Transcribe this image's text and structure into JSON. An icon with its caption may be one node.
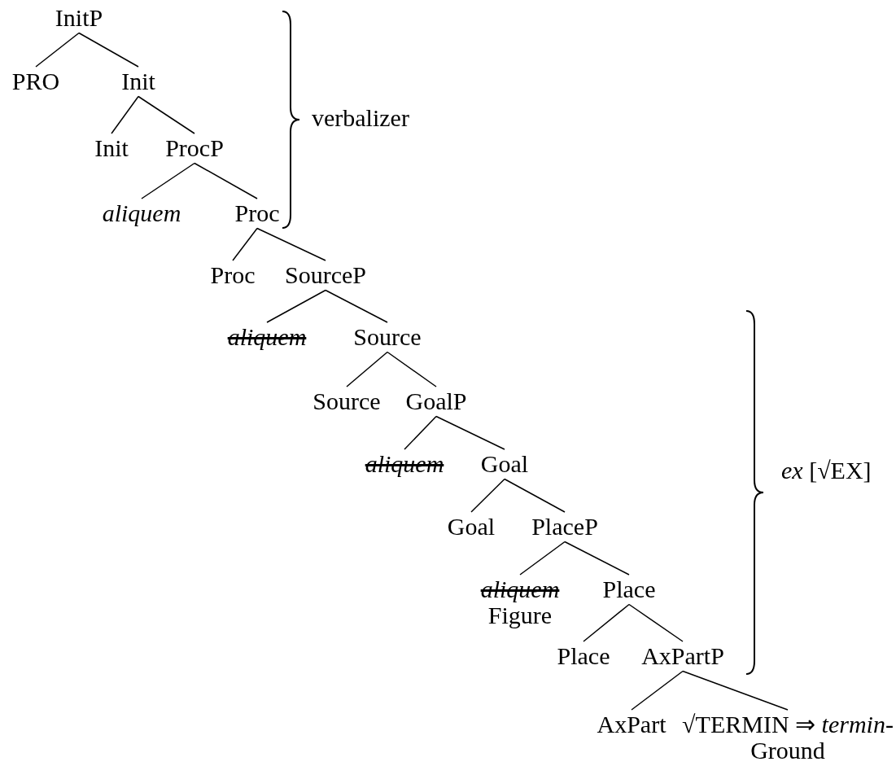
{
  "diagram": {
    "nodes": [
      {
        "text": [
          "InitP"
        ]
      },
      {
        "text": [
          "PRO"
        ]
      },
      {
        "text": [
          "Init"
        ]
      },
      {
        "text": [
          "Init"
        ]
      },
      {
        "text": [
          "ProcP"
        ]
      },
      {
        "text": [
          "aliquem"
        ]
      },
      {
        "text": [
          "Proc"
        ]
      },
      {
        "text": [
          "Proc"
        ]
      },
      {
        "text": [
          "SourceP"
        ]
      },
      {
        "text": [
          "aliquem"
        ]
      },
      {
        "text": [
          "Source"
        ]
      },
      {
        "text": [
          "Source"
        ]
      },
      {
        "text": [
          "GoalP"
        ]
      },
      {
        "text": [
          "aliquem"
        ]
      },
      {
        "text": [
          "Goal"
        ]
      },
      {
        "text": [
          "Goal"
        ]
      },
      {
        "text": [
          "PlaceP"
        ]
      },
      {
        "text": [
          "aliquem",
          "Figure"
        ]
      },
      {
        "text": [
          "Place"
        ]
      },
      {
        "text": [
          "Place"
        ]
      },
      {
        "text": [
          "AxPartP"
        ]
      },
      {
        "text": [
          "AxPart"
        ]
      },
      {
        "text": [
          "√TERMIN ⇒ *termin*-",
          "Ground"
        ]
      }
    ],
    "edges": [
      {
        "from": 0,
        "to": 1,
        "arrow": "none"
      },
      {
        "from": 0,
        "to": 2,
        "arrow": "none"
      },
      {
        "from": 2,
        "to": 3,
        "arrow": "none"
      },
      {
        "from": 2,
        "to": 4,
        "arrow": "none"
      },
      {
        "from": 4,
        "to": 5,
        "arrow": "none"
      },
      {
        "from": 4,
        "to": 6,
        "arrow": "none"
      },
      {
        "from": 6,
        "to": 7,
        "arrow": "none"
      },
      {
        "from": 6,
        "to": 8,
        "arrow": "none"
      },
      {
        "from": 8,
        "to": 9,
        "arrow": "none"
      },
      {
        "from": 8,
        "to": 10,
        "arrow": "none"
      },
      {
        "from": 10,
        "to": 11,
        "arrow": "none"
      },
      {
        "from": 10,
        "to": 12,
        "arrow": "none"
      },
      {
        "from": 12,
        "to": 13,
        "arrow": "none"
      },
      {
        "from": 12,
        "to": 14,
        "arrow": "none"
      },
      {
        "from": 14,
        "to": 15,
        "arrow": "none"
      },
      {
        "from": 14,
        "to": 16,
        "arrow": "none"
      },
      {
        "from": 16,
        "to": 17,
        "arrow": "none"
      },
      {
        "from": 16,
        "to": 18,
        "arrow": "none"
      },
      {
        "from": 18,
        "to": 19,
        "arrow": "none"
      },
      {
        "from": 18,
        "to": 20,
        "arrow": "none"
      },
      {
        "from": 20,
        "to": 21,
        "arrow": "none"
      },
      {
        "from": 20,
        "to": 22,
        "arrow": "none"
      }
    ],
    "labels": [
      "verbalizer",
      "*ex* [√EX]"
    ]
  }
}
